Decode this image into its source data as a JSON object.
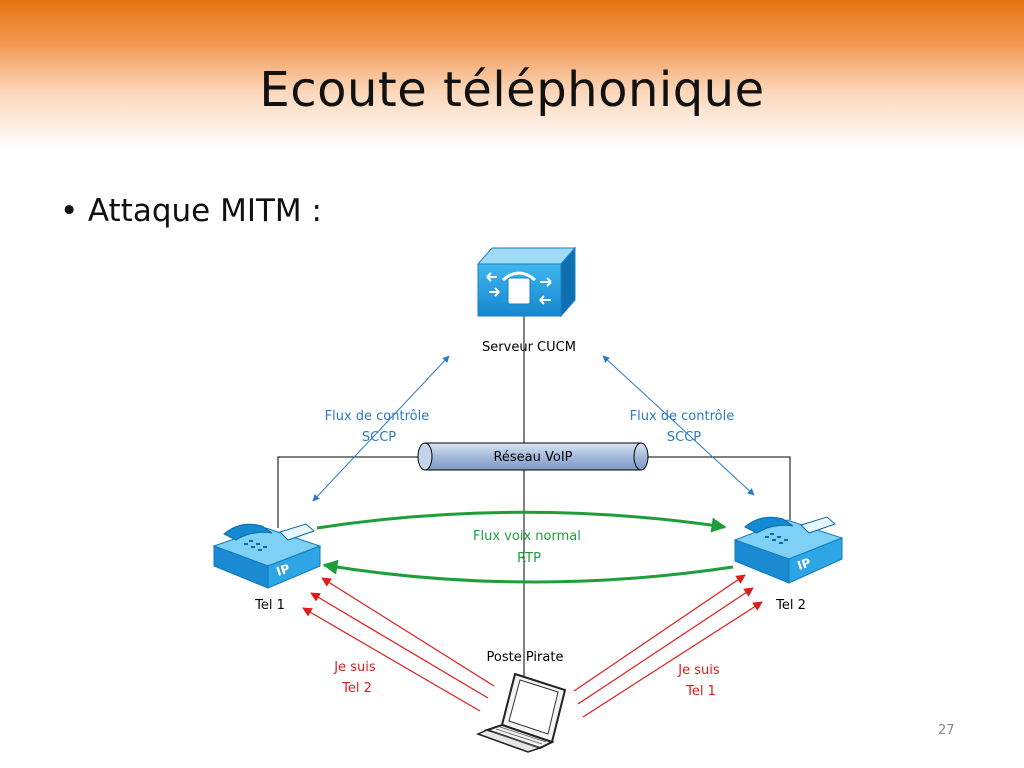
{
  "slide": {
    "title": "Ecoute téléphonique",
    "bullet": "Attaque MITM :",
    "page_number": "27"
  },
  "diagram": {
    "server_label": "Serveur CUCM",
    "control_flow_left": [
      "Flux de contrôle",
      "SCCP"
    ],
    "control_flow_right": [
      "Flux de contrôle",
      "SCCP"
    ],
    "network_label": "Réseau VoIP",
    "voice_flow": [
      "Flux voix normal",
      "RTP"
    ],
    "phone_left_label": "Tel 1",
    "phone_right_label": "Tel 2",
    "attacker_label": "Poste Pirate",
    "spoof_left": [
      "Je suis",
      "Tel 2"
    ],
    "spoof_right": [
      "Je suis",
      "Tel 1"
    ]
  },
  "colors": {
    "control": "#2a7ac8",
    "voice": "#1e9e3a",
    "attack": "#e01b1b",
    "header": "#e8730f"
  }
}
